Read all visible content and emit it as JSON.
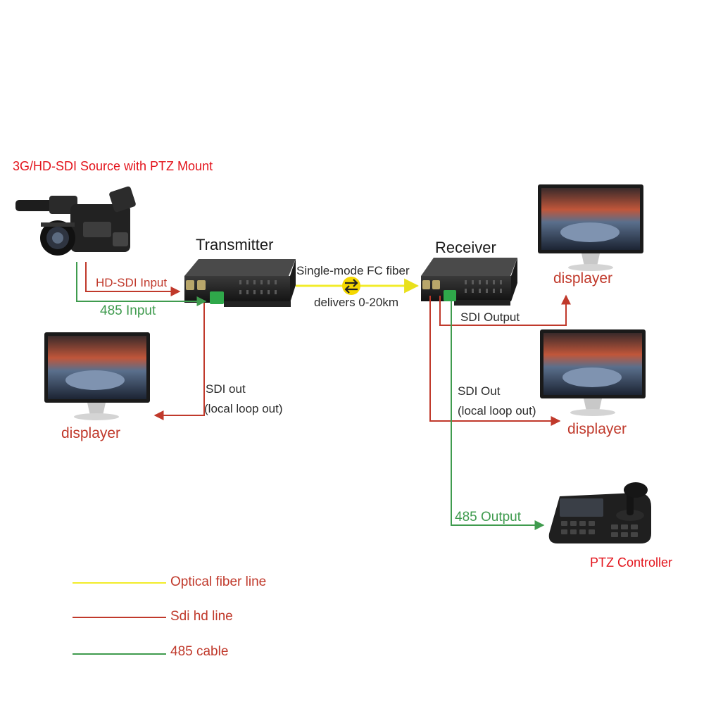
{
  "labels": {
    "source": "3G/HD-SDI Source with PTZ Mount",
    "transmitter": "Transmitter",
    "receiver": "Receiver",
    "fiber_line1": "Single-mode FC fiber",
    "fiber_line2": "delivers 0-20km",
    "hdsdi_input": "HD-SDI Input",
    "input_485": "485 Input",
    "tx_sdi_out_line1": "SDI out",
    "tx_sdi_out_line2": "(local loop out)",
    "displayer_left": "displayer",
    "sdi_output": "SDI Output",
    "displayer_top_right": "displayer",
    "rx_sdi_out_line1": "SDI Out",
    "rx_sdi_out_line2": "(local loop out)",
    "displayer_mid_right": "displayer",
    "output_485": "485 Output",
    "ptz_controller": "PTZ Controller"
  },
  "legend": [
    {
      "label": "Optical fiber line",
      "color": "#f2ec2a"
    },
    {
      "label": "Sdi hd line",
      "color": "#c0392b"
    },
    {
      "label": "485 cable",
      "color": "#3f9b4e"
    }
  ],
  "colors": {
    "fiber": "#f2ec2a",
    "sdi": "#c0392b",
    "rs485": "#3f9b4e",
    "title_red": "#e3131b"
  },
  "icons": [
    "camcorder-icon",
    "monitor-icon",
    "fiber-converter-icon",
    "ptz-keyboard-icon"
  ]
}
